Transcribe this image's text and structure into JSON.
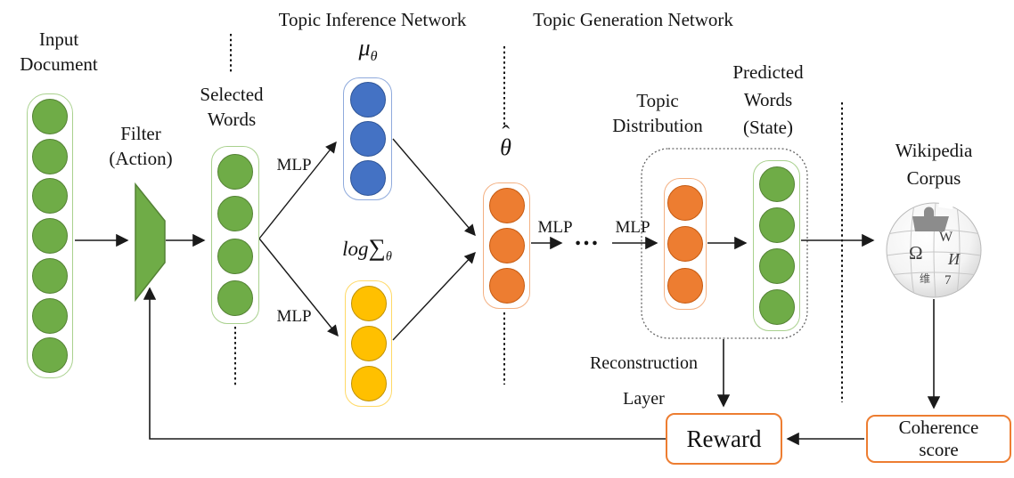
{
  "titles": {
    "inference": "Topic Inference Network",
    "generation": "Topic Generation Network"
  },
  "labels": {
    "input_document": [
      "Input",
      "Document"
    ],
    "filter": [
      "Filter",
      "(Action)"
    ],
    "selected_words": [
      "Selected",
      "Words"
    ],
    "mlp": "MLP",
    "dots": "…",
    "mu": {
      "base": "μ",
      "sub": "θ"
    },
    "log_sigma": {
      "log": "log",
      "sigma": "∑",
      "sub": "θ"
    },
    "theta_hat": {
      "hat": "ˆ",
      "base": "θ"
    },
    "topic_distribution": [
      "Topic",
      "Distribution"
    ],
    "predicted_words": [
      "Predicted",
      "Words",
      "(State)"
    ],
    "wikipedia_corpus": [
      "Wikipedia",
      "Corpus"
    ],
    "reconstruction_layer": [
      "Reconstruction",
      "Layer"
    ],
    "reward": "Reward",
    "coherence_score": [
      "Coherence",
      "score"
    ]
  },
  "columns": {
    "input": {
      "count": 7,
      "fill": "#6FAC47",
      "stroke": "#548235",
      "border": "#A9D18E"
    },
    "selected": {
      "count": 4,
      "fill": "#6FAC47",
      "stroke": "#548235",
      "border": "#A9D18E"
    },
    "mu": {
      "count": 3,
      "fill": "#4472C4",
      "stroke": "#2F5597",
      "border": "#8FAADC"
    },
    "log_sigma": {
      "count": 3,
      "fill": "#FFC000",
      "stroke": "#BF9000",
      "border": "#FFD966"
    },
    "theta": {
      "count": 3,
      "fill": "#ED7D31",
      "stroke": "#C55A11",
      "border": "#F4B183"
    },
    "topic_distribution": {
      "count": 3,
      "fill": "#ED7D31",
      "stroke": "#C55A11",
      "border": "#F4B183"
    },
    "predicted": {
      "count": 4,
      "fill": "#6FAC47",
      "stroke": "#548235",
      "border": "#A9D18E"
    }
  },
  "globe": {
    "glyphs": [
      "Ω",
      "W",
      "И",
      "7",
      "维"
    ]
  },
  "colors": {
    "arrow": "#1a1a1a",
    "box_border": "#ED7D31",
    "filter_fill": "#6FAC47",
    "filter_stroke": "#548235"
  }
}
